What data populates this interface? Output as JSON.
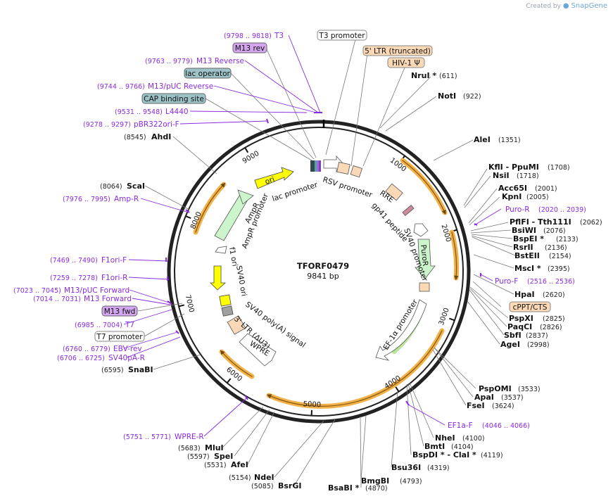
{
  "brand": {
    "prefix": "Created by",
    "name": "SnapGene"
  },
  "plasmid": {
    "name": "TFORF0479",
    "size_label": "9841 bp",
    "length": 9841
  },
  "ticks": [
    "1000",
    "2000",
    "3000",
    "4000",
    "5000",
    "6000",
    "7000",
    "8000",
    "9000"
  ],
  "sites": [
    {
      "name": "NruI *",
      "pos": "(611)"
    },
    {
      "name": "NotI",
      "pos": "(922)"
    },
    {
      "name": "AleI",
      "pos": "(1351)"
    },
    {
      "name": "KflI - PpuMI",
      "pos": "(1708)"
    },
    {
      "name": "NsiI",
      "pos": "(1718)"
    },
    {
      "name": "Acc65I",
      "pos": "(2001)"
    },
    {
      "name": "KpnI",
      "pos": "(2005)"
    },
    {
      "name": "PflFI - Tth111I",
      "pos": "(2062)"
    },
    {
      "name": "BsiWI",
      "pos": "(2076)"
    },
    {
      "name": "BspEI *",
      "pos": "(2133)"
    },
    {
      "name": "RsrII",
      "pos": "(2136)"
    },
    {
      "name": "BstEII",
      "pos": "(2154)"
    },
    {
      "name": "MscI *",
      "pos": "(2395)"
    },
    {
      "name": "HpaI",
      "pos": "(2620)"
    },
    {
      "name": "PspXI",
      "pos": "(2825)"
    },
    {
      "name": "PaqCI",
      "pos": "(2826)"
    },
    {
      "name": "SbfI",
      "pos": "(2837)"
    },
    {
      "name": "AgeI",
      "pos": "(2998)"
    },
    {
      "name": "PspOMI",
      "pos": "(3533)"
    },
    {
      "name": "ApaI",
      "pos": "(3537)"
    },
    {
      "name": "FseI",
      "pos": "(3624)"
    },
    {
      "name": "NheI",
      "pos": "(4100)"
    },
    {
      "name": "BmtI",
      "pos": "(4104)"
    },
    {
      "name": "BspDI * - ClaI *",
      "pos": "(4119)"
    },
    {
      "name": "Bsu36I",
      "pos": "(4319)"
    },
    {
      "name": "BmgBI",
      "pos": "(4793)"
    },
    {
      "name": "BsaBI *",
      "pos": "(4870)"
    },
    {
      "name": "BsrGI",
      "pos": "(5085)"
    },
    {
      "name": "NdeI",
      "pos": "(5154)"
    },
    {
      "name": "AfeI",
      "pos": "(5531)"
    },
    {
      "name": "SpeI",
      "pos": "(5597)"
    },
    {
      "name": "MluI",
      "pos": "(5683)"
    },
    {
      "name": "SnaBI",
      "pos": "(6595)"
    },
    {
      "name": "ScaI",
      "pos": "(8064)"
    },
    {
      "name": "AhdI",
      "pos": "(8545)"
    }
  ],
  "primers": [
    {
      "name": "T3",
      "pos": "(9798 .. 9818)"
    },
    {
      "name": "M13 Reverse",
      "pos": "(9763 .. 9779)"
    },
    {
      "name": "M13/pUC Reverse",
      "pos": "(9744 .. 9766)"
    },
    {
      "name": "L4440",
      "pos": "(9531 .. 9548)"
    },
    {
      "name": "pBR322ori-F",
      "pos": "(9278 .. 9297)"
    },
    {
      "name": "Amp-R",
      "pos": "(7976 .. 7995)"
    },
    {
      "name": "F1ori-F",
      "pos": "(7469 .. 7490)"
    },
    {
      "name": "F1ori-R",
      "pos": "(7259 .. 7278)"
    },
    {
      "name": "M13/pUC Forward",
      "pos": "(7023 .. 7045)"
    },
    {
      "name": "M13 Forward",
      "pos": "(7014 .. 7031)"
    },
    {
      "name": "T7",
      "pos": "(6985 .. 7004)"
    },
    {
      "name": "EBV-rev",
      "pos": "(6760 .. 6779)"
    },
    {
      "name": "SV40pA-R",
      "pos": "(6706 .. 6725)"
    },
    {
      "name": "WPRE-R",
      "pos": "(5751 .. 5771)"
    },
    {
      "name": "Puro-R",
      "pos": "(2020 .. 2039)"
    },
    {
      "name": "Puro-F",
      "pos": "(2516 .. 2536)"
    },
    {
      "name": "EF1a-F",
      "pos": "(4046 .. 4066)"
    }
  ],
  "boxes": [
    {
      "text": "T3 promoter"
    },
    {
      "text": "M13 rev"
    },
    {
      "text": "lac operator"
    },
    {
      "text": "CAP binding site"
    },
    {
      "text": "5' LTR (truncated)"
    },
    {
      "text": "HIV-1 Ψ"
    },
    {
      "text": "cPPT/CTS"
    },
    {
      "text": "M13 fwd"
    },
    {
      "text": "T7 promoter"
    }
  ],
  "features": [
    {
      "text": "ori"
    },
    {
      "text": "lac promoter"
    },
    {
      "text": "RSV promoter"
    },
    {
      "text": "RRE"
    },
    {
      "text": "gp41 peptide"
    },
    {
      "text": "SV40 promoter"
    },
    {
      "text": "PuroR"
    },
    {
      "text": "EF-1α promoter"
    },
    {
      "text": "WPRE"
    },
    {
      "text": "3' LTR (ΔU3)"
    },
    {
      "text": "SV40 poly(A) signal"
    },
    {
      "text": "SV40 ori"
    },
    {
      "text": "f1 ori"
    },
    {
      "text": "AmpR promoter"
    },
    {
      "text": "AmpR"
    }
  ],
  "colors": {
    "primer": "#8a2be2",
    "ori": "#ffff00",
    "ampr": "#ccf5cc",
    "puror": "#ccf5cc",
    "ltr": "#fcd9b6",
    "box_blue": "#9dc3c9",
    "box_purple": "#d4a6f0",
    "orf": "#f2b24a"
  }
}
